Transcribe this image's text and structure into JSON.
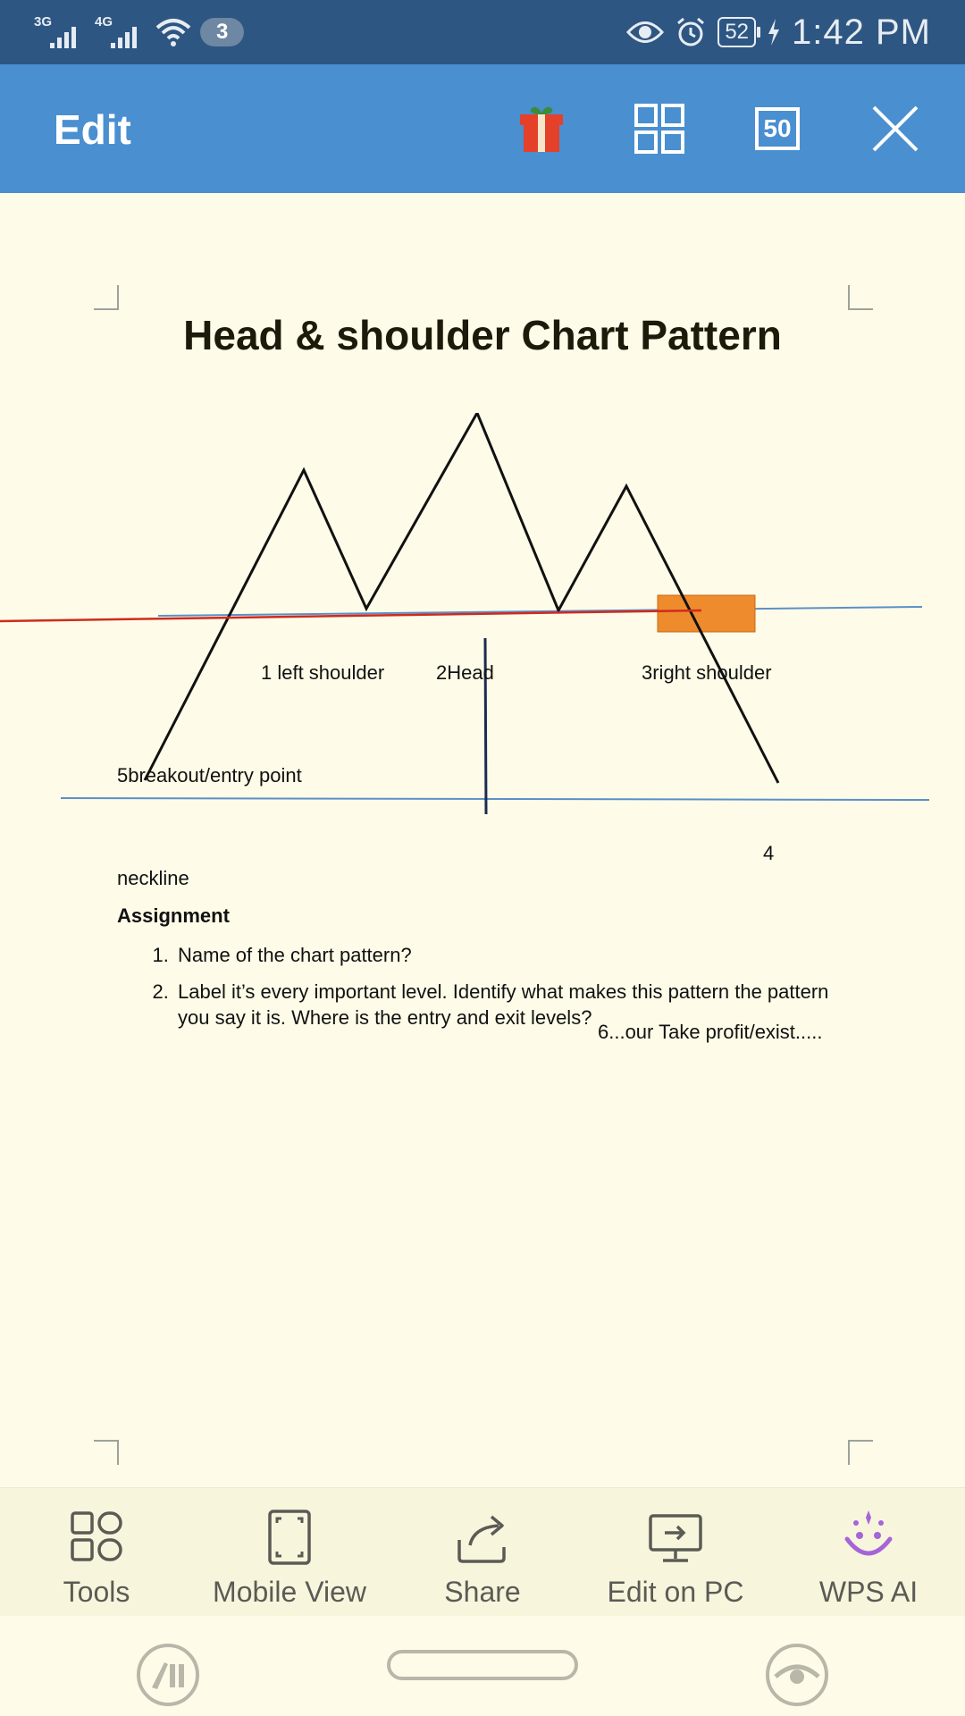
{
  "status": {
    "net1": "3G",
    "net2": "4G",
    "notif_count": "3",
    "battery": "52",
    "time": "1:42 PM"
  },
  "header": {
    "title": "Edit",
    "page_badge": "50",
    "icons": [
      "gift-icon",
      "grid-view-icon",
      "page-count-icon",
      "close-icon"
    ]
  },
  "document": {
    "title": "Head & shoulder Chart Pattern",
    "labels": {
      "left_shoulder": "1 left shoulder",
      "head": "2Head",
      "right_shoulder": "3right shoulder",
      "breakout": "5breakout/entry point",
      "neckline": "neckline",
      "four": "4",
      "take_profit": "6...our Take profit/exist....."
    },
    "colors": {
      "neckline": "#5B8FC9",
      "entry_line": "#D02A1E",
      "box_fill": "#EE8B2D",
      "pattern_line": "#111111"
    },
    "assignment": {
      "heading": "Assignment",
      "items": [
        "Name of the chart pattern?",
        "Label it’s every important level. Identify what makes this pattern the pattern you say it is. Where is the entry and exit levels?"
      ]
    }
  },
  "toolbar": {
    "items": [
      {
        "label": "Tools",
        "icon": "tools-icon"
      },
      {
        "label": "Mobile View",
        "icon": "mobile-view-icon"
      },
      {
        "label": "Share",
        "icon": "share-icon"
      },
      {
        "label": "Edit on PC",
        "icon": "monitor-icon"
      },
      {
        "label": "WPS AI",
        "icon": "wps-ai-icon"
      }
    ],
    "ai_color": "#A565D8"
  }
}
